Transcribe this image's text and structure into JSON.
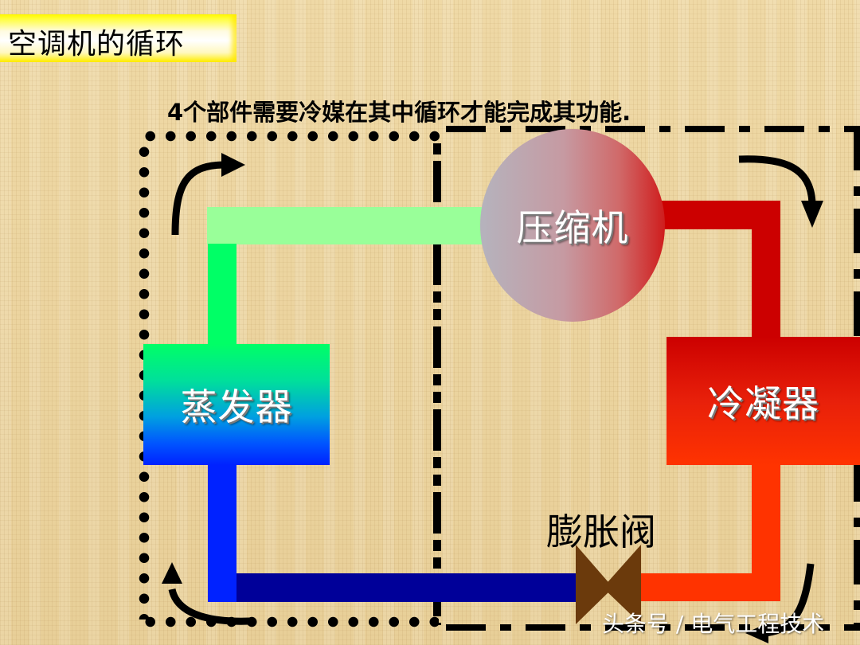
{
  "slide": {
    "title": "空调机的循环",
    "subtitle": "4个部件需要冷媒在其中循环才能完成其功能.",
    "watermark": "头条号 / 电气工程技术"
  },
  "components": {
    "compressor": {
      "label": "压缩机",
      "color_from": "#b5b3bd",
      "color_to": "#cf1d1d"
    },
    "evaporator": {
      "label": "蒸发器",
      "color_from": "#00ff66",
      "color_to": "#0022ff"
    },
    "condenser": {
      "label": "冷凝器",
      "color_from": "#cc0000",
      "color_to": "#ff3300"
    },
    "expansion_valve": {
      "label": "膨胀阀",
      "color": "#6b3a0c"
    }
  },
  "pipes": {
    "low_pressure_gas": "#99ff99",
    "evaporator_outlet": "#00ff66",
    "high_pressure_gas": "#cc0000",
    "high_pressure_liquid": "#ff3300",
    "evaporator_inlet": "#0022ff",
    "low_pressure_liquid": "#000099"
  },
  "regions": {
    "indoor_unit_border": "dotted",
    "outdoor_unit_border": "dash-dot"
  },
  "flow_arrows": [
    "top-left-up-right",
    "top-right-right-down",
    "bottom-right-down-left",
    "bottom-left-left-up"
  ]
}
